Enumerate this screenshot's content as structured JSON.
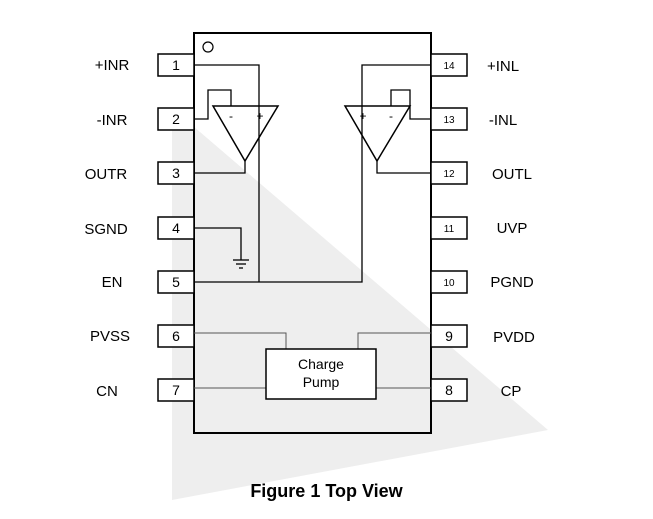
{
  "diagram": {
    "caption": "Figure 1 Top View",
    "charge_pump_lines": [
      "Charge",
      "Pump"
    ],
    "opamp_left_signs": [
      "-",
      "+"
    ],
    "opamp_right_signs": [
      "+",
      "-"
    ],
    "left_pins": [
      {
        "number": "1",
        "label": "+INR"
      },
      {
        "number": "2",
        "label": "-INR"
      },
      {
        "number": "3",
        "label": "OUTR"
      },
      {
        "number": "4",
        "label": "SGND"
      },
      {
        "number": "5",
        "label": "EN"
      },
      {
        "number": "6",
        "label": "PVSS"
      },
      {
        "number": "7",
        "label": "CN"
      }
    ],
    "right_pins": [
      {
        "number": "14",
        "label": "+INL"
      },
      {
        "number": "13",
        "label": "-INL"
      },
      {
        "number": "12",
        "label": "OUTL"
      },
      {
        "number": "11",
        "label": "UVP"
      },
      {
        "number": "10",
        "label": "PGND"
      },
      {
        "number": "9",
        "label": "PVDD"
      },
      {
        "number": "8",
        "label": "CP"
      }
    ],
    "colors": {
      "line": "#000000",
      "watermark": "#eeeeee",
      "thin_line": "#555555"
    }
  }
}
